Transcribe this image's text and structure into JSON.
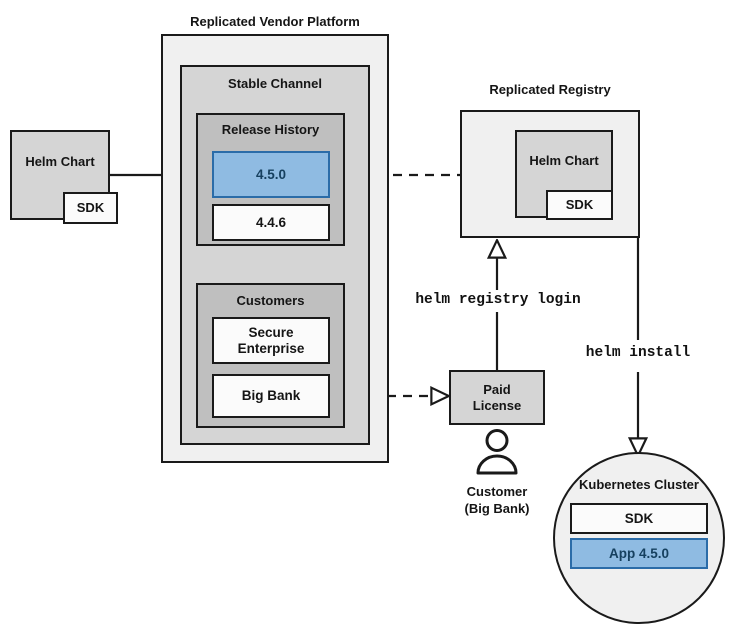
{
  "diagram": {
    "title_platform": "Replicated Vendor Platform",
    "title_registry": "Replicated Registry"
  },
  "source_chart": {
    "label": "Helm Chart",
    "sdk_label": "SDK"
  },
  "platform": {
    "title": "Replicated Vendor Platform",
    "channel": {
      "title": "Stable Channel",
      "release_history": {
        "title": "Release History",
        "releases": [
          {
            "version": "4.5.0",
            "highlight": true
          },
          {
            "version": "4.4.6",
            "highlight": false
          }
        ]
      },
      "customers": {
        "title": "Customers",
        "entries": [
          {
            "name": "Secure\nEnterprise"
          },
          {
            "name": "Big Bank"
          }
        ]
      }
    }
  },
  "registry": {
    "title": "Replicated Registry",
    "chart": {
      "label": "Helm Chart",
      "sdk_label": "SDK"
    }
  },
  "license": {
    "label": "Paid\nLicense"
  },
  "customer": {
    "icon": "person-icon",
    "label": "Customer\n(Big Bank)"
  },
  "cluster": {
    "title": "Kubernetes Cluster",
    "components": [
      {
        "label": "SDK",
        "highlight": false
      },
      {
        "label": "App 4.5.0",
        "highlight": true
      }
    ]
  },
  "commands": {
    "registry_login": "helm registry login",
    "install": "helm install"
  },
  "colors": {
    "accent_blue_fill": "#8fbbe2",
    "accent_blue_border": "#2b6ca8",
    "accent_blue_text": "#16405f",
    "stroke": "#1a1a1a",
    "panel_light": "#f0f0f0",
    "panel_gray": "#d5d5d5",
    "panel_mid": "#bfbfbf",
    "panel_white": "#fbfbfb"
  }
}
